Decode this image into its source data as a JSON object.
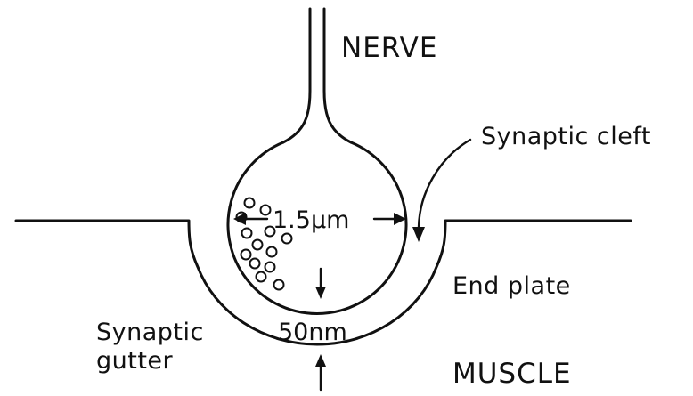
{
  "labels": {
    "nerve": "NERVE",
    "synaptic_cleft": "Synaptic cleft",
    "dimension_diameter": "1.5μm",
    "end_plate": "End plate",
    "dimension_gap": "50nm",
    "synaptic_gutter_line1": "Synaptic",
    "synaptic_gutter_line2": "gutter",
    "muscle": "MUSCLE"
  },
  "colors": {
    "ink": "#111111",
    "background": "#ffffff"
  }
}
